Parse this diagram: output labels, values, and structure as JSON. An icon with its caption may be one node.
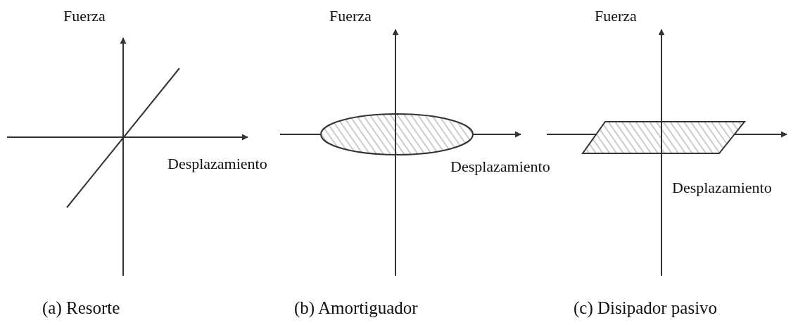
{
  "diagram": {
    "labels": [
      "Fuerza",
      "Fuerza",
      "Fuerza",
      "Desplazamiento",
      "Desplazamiento",
      "Desplazamiento",
      "(a) Resorte",
      "(b) Amortiguador",
      "(c) Disipador pasivo"
    ]
  }
}
